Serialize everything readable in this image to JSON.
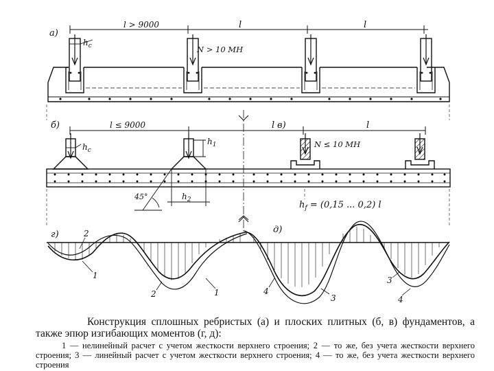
{
  "figure": {
    "a": {
      "panel_label": "а)",
      "dim_span_1": "l > 9000",
      "dim_span_2": "l",
      "dim_span_3": "l",
      "load": "N > 10 МН",
      "column_dim": "h",
      "column_dim_sub": "c"
    },
    "b": {
      "panel_label": "б)",
      "dim_span_1": "l ≤ 9000",
      "column_dim": "h",
      "column_dim_sub": "c",
      "h1": "h",
      "h1_sub": "1",
      "h2": "h",
      "h2_sub": "2",
      "angle": "45°"
    },
    "v": {
      "panel_label": "в)",
      "dim_span_1": "l",
      "dim_span_2": "l",
      "load": "N ≤ 10 МН",
      "hf_base": "h",
      "hf_sub": "f",
      "hf_formula": " = (0,15 ... 0,2) l"
    },
    "g": {
      "panel_label": "г)",
      "curve_labels": [
        "1",
        "2",
        "2",
        "1"
      ]
    },
    "d": {
      "panel_label": "д)",
      "curve_labels": [
        "4",
        "3",
        "3",
        "4"
      ]
    }
  },
  "caption": {
    "title": "Конструкция сплошных ребристых (а) и плоских плитных (б, в) фундаментов, а также эпюр изгибающих моментов (г, д):",
    "legend": "1 — нелинейный расчет с учетом жесткости верхнего строения; 2 — то же, без учета жесткости верхнего строения; 3 — линейный расчет с учетом жесткости верхнего строения; 4 — то же, без учета жесткости верхнего строения"
  }
}
